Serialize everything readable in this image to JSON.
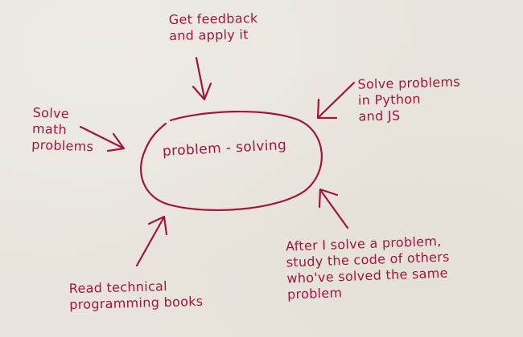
{
  "center": {
    "label": "problem - solving"
  },
  "notes": {
    "feedback": [
      "Get feedback",
      "and apply it"
    ],
    "python": [
      "Solve problems",
      "in Python",
      "and JS"
    ],
    "math": [
      "Solve",
      "math",
      "problems"
    ],
    "books": [
      "Read technical",
      "programming books"
    ],
    "after": [
      "After I solve a problem,",
      "study the code of others",
      "who've solved the same",
      "problem"
    ]
  },
  "colors": {
    "ink": "#a01540",
    "paper": "#e9e5dc"
  }
}
